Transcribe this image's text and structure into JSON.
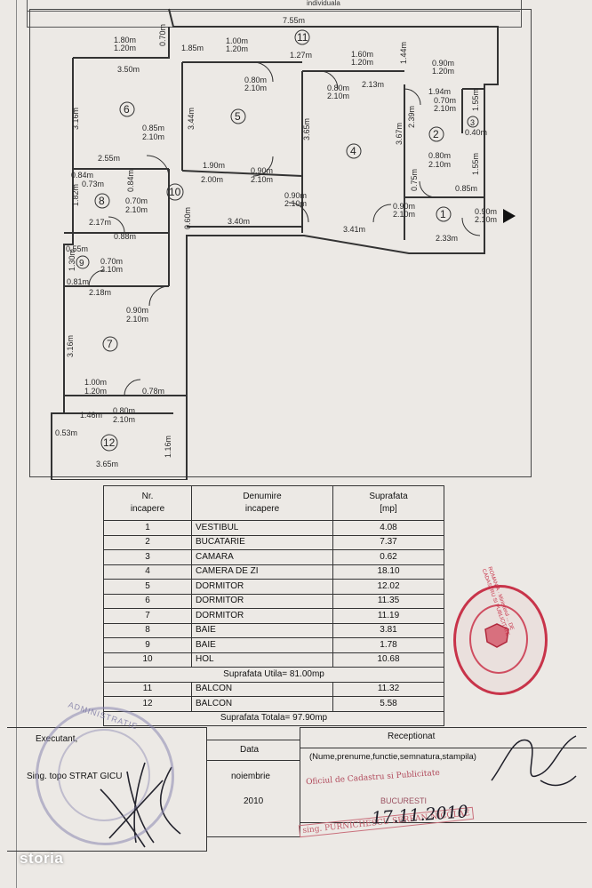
{
  "header": {
    "partial_label": "individuala"
  },
  "plan": {
    "rooms": [
      {
        "num": "1"
      },
      {
        "num": "2"
      },
      {
        "num": "3"
      },
      {
        "num": "4"
      },
      {
        "num": "5"
      },
      {
        "num": "6"
      },
      {
        "num": "7"
      },
      {
        "num": "8"
      },
      {
        "num": "9"
      },
      {
        "num": "10"
      },
      {
        "num": "11"
      },
      {
        "num": "12"
      }
    ],
    "dimensions": [
      "7.55m",
      "1.80m",
      "1.20m",
      "0.70m",
      "1.85m",
      "1.00m",
      "1.20m",
      "1.27m",
      "1.60m",
      "1.20m",
      "1.44m",
      "0.90m",
      "1.20m",
      "3.50m",
      "0.80m",
      "2.10m",
      "0.80m",
      "2.10m",
      "2.13m",
      "1.94m",
      "0.70m",
      "2.10m",
      "1.55m",
      "3.16m",
      "3.44m",
      "3.65m",
      "3.67m",
      "2.39m",
      "0.40m",
      "0.85m",
      "2.10m",
      "0.80m",
      "2.10m",
      "1.55m",
      "2.55m",
      "1.90m",
      "0.90m",
      "0.75m",
      "0.85m",
      "0.84m",
      "0.73m",
      "0.84m",
      "2.00m",
      "2.10m",
      "1.82m",
      "0.70m",
      "2.10m",
      "0.90m",
      "2.10m",
      "0.90m",
      "2.10m",
      "0.90m",
      "2.10m",
      "2.17m",
      "0.88m",
      "0.60m",
      "3.40m",
      "3.41m",
      "2.33m",
      "0.55m",
      "0.70m",
      "1.30m",
      "2.10m",
      "0.81m",
      "2.18m",
      "0.90m",
      "2.10m",
      "3.16m",
      "1.00m",
      "1.20m",
      "0.78m",
      "1.46m",
      "0.80m",
      "2.10m",
      "0.53m",
      "1.16m",
      "3.65m"
    ]
  },
  "table": {
    "header": {
      "nr": "Nr.\nincapere",
      "name": "Denumire\nincapere",
      "area": "Suprafata\n[mp]"
    },
    "rows": [
      {
        "nr": "1",
        "name": "VESTIBUL",
        "area": "4.08"
      },
      {
        "nr": "2",
        "name": "BUCATARIE",
        "area": "7.37"
      },
      {
        "nr": "3",
        "name": "CAMARA",
        "area": "0.62"
      },
      {
        "nr": "4",
        "name": "CAMERA DE ZI",
        "area": "18.10"
      },
      {
        "nr": "5",
        "name": "DORMITOR",
        "area": "12.02"
      },
      {
        "nr": "6",
        "name": "DORMITOR",
        "area": "11.35"
      },
      {
        "nr": "7",
        "name": "DORMITOR",
        "area": "11.19"
      },
      {
        "nr": "8",
        "name": "BAIE",
        "area": "3.81"
      },
      {
        "nr": "9",
        "name": "BAIE",
        "area": "1.78"
      },
      {
        "nr": "10",
        "name": "HOL",
        "area": "10.68"
      }
    ],
    "subtotal": "Suprafata Utila= 81.00mp",
    "balcony_rows": [
      {
        "nr": "11",
        "name": "BALCON",
        "area": "11.32"
      },
      {
        "nr": "12",
        "name": "BALCON",
        "area": "5.58"
      }
    ],
    "total": "Suprafata Totala= 97.90mp"
  },
  "signatures": {
    "executant_label": "Executant,",
    "executant_name": "Sing. topo STRAT GICU",
    "date_label": "Data",
    "date_month": "noiembrie",
    "date_year": "2010",
    "receptionat_label": "Receptionat",
    "receptionat_hint": "(Nume,prenume,functie,semnatura,stampila)",
    "office_line": "Oficiul de Cadastru si Publicitate",
    "city": "BUCURESTI",
    "inspector": "sing. PURNICHESCU SERBAN NICOLAE",
    "handwritten_date": "17.11.2010"
  },
  "stamps": {
    "left_top": "ADMINISTRATIE",
    "right_ring": "ROMANIA · Ministerul ... DE CADASTRU SI PUBLICITATE"
  },
  "watermark": "storia",
  "colors": {
    "paper": "#ece9e5",
    "ink": "#2a2a2a",
    "stamp_red": "#c8344a",
    "stamp_violet": "#8a86b0"
  }
}
